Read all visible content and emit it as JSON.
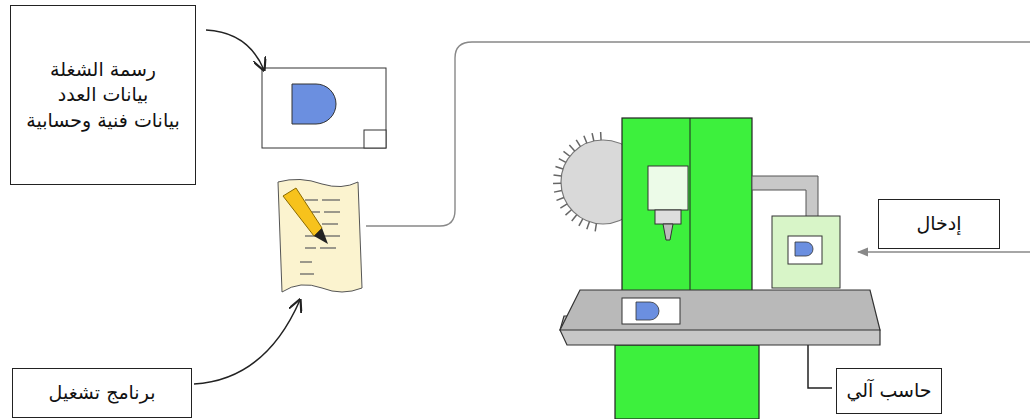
{
  "diagram": {
    "nodes": [
      {
        "text": [
          "رسمة الشغلة",
          "بيانات العدد",
          "بيانات فنية وحسابية"
        ]
      },
      {
        "text": [
          "إدخال"
        ]
      },
      {
        "text": [
          "حاسب آلي"
        ]
      },
      {
        "text": [
          "برنامج تشغيل"
        ]
      }
    ]
  }
}
